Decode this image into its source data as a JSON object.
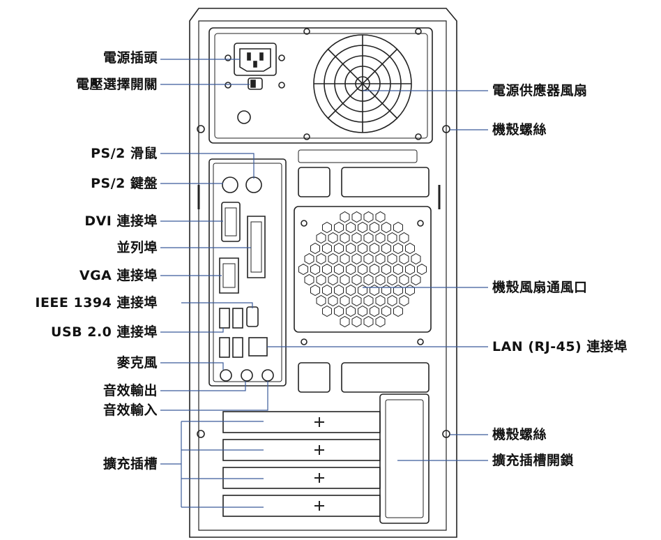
{
  "labels_left": [
    {
      "id": "power-socket",
      "text": "電源插頭"
    },
    {
      "id": "voltage-switch",
      "text": "電壓選擇開關"
    },
    {
      "id": "ps2-mouse",
      "text": "PS/2 滑鼠"
    },
    {
      "id": "ps2-keyboard",
      "text": "PS/2 鍵盤"
    },
    {
      "id": "dvi-port",
      "text": "DVI 連接埠"
    },
    {
      "id": "parallel-port",
      "text": "並列埠"
    },
    {
      "id": "vga-port",
      "text": "VGA 連接埠"
    },
    {
      "id": "ieee1394-port",
      "text": "IEEE 1394 連接埠"
    },
    {
      "id": "usb-port",
      "text": "USB 2.0 連接埠"
    },
    {
      "id": "microphone",
      "text": "麥克風"
    },
    {
      "id": "audio-out",
      "text": "音效輸出"
    },
    {
      "id": "audio-in",
      "text": "音效輸入"
    },
    {
      "id": "expansion-slots",
      "text": "擴充插槽"
    }
  ],
  "labels_right": [
    {
      "id": "psu-fan",
      "text": "電源供應器風扇"
    },
    {
      "id": "case-screw-top",
      "text": "機殼螺絲"
    },
    {
      "id": "case-fan-vent",
      "text": "機殼風扇通風口"
    },
    {
      "id": "lan-port",
      "text": "LAN (RJ-45) 連接埠"
    },
    {
      "id": "case-screw-bottom",
      "text": "機殼螺絲"
    },
    {
      "id": "slot-lock",
      "text": "擴充插槽開鎖"
    }
  ]
}
